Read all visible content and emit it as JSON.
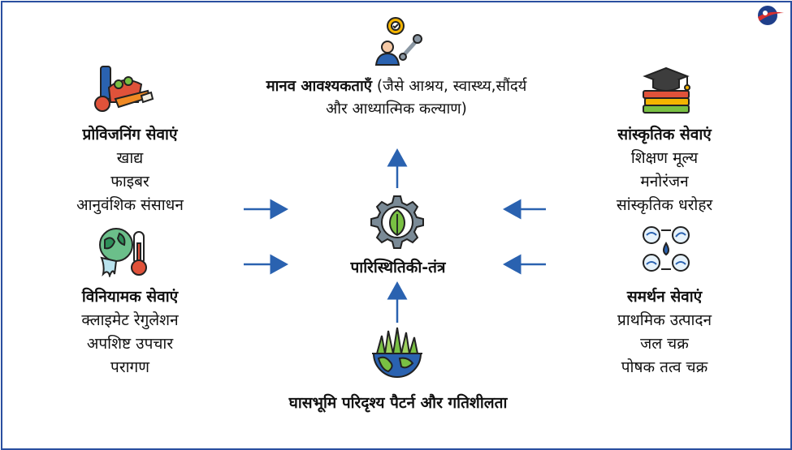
{
  "center": {
    "label": "पारिस्थितिकी-तंत्र"
  },
  "top": {
    "title": "मानव आवश्यकताएँ",
    "rest": " (जैसे आश्रय, स्वास्थ्य,सौंदर्य और आध्यात्मिक कल्याण)"
  },
  "bottom": {
    "title": "घासभूमि परिदृश्य पैटर्न और गतिशीलता"
  },
  "provisioning": {
    "title": "प्रोविजनिंग सेवाएं",
    "items": [
      "खाद्य",
      "फाइबर",
      "आनुवंशिक संसाधन"
    ]
  },
  "regulating": {
    "title": "विनियामक सेवाएं",
    "items": [
      "क्लाइमेट रेगुलेशन",
      "अपशिष्ट उपचार",
      "परागण"
    ]
  },
  "cultural": {
    "title": "सांस्कृतिक सेवाएं",
    "items": [
      "शिक्षण मूल्य",
      "मनोरंजन",
      "सांस्कृतिक धरोहर"
    ]
  },
  "supporting": {
    "title": "समर्थन सेवाएं",
    "items": [
      "प्राथमिक उत्पादन",
      "जल चक्र",
      "पोषक तत्व चक्र"
    ]
  },
  "colors": {
    "frame": "#2a4fa0",
    "arrow": "#2a62b0",
    "leaf": "#79c043",
    "gear": "#7a8a96",
    "logo_red": "#d62f2f"
  }
}
